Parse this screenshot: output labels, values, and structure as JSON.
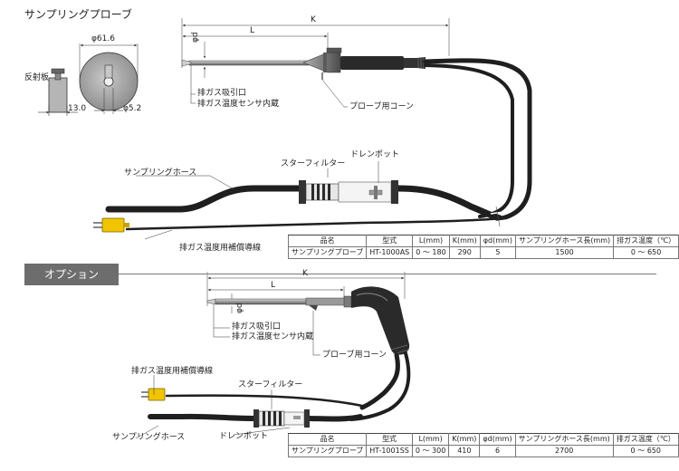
{
  "title": "サンプリングプローブ",
  "option_label": "オプション",
  "dims": {
    "K": "K",
    "L": "L",
    "phi_d": "φd",
    "phi_61": "φ61.6",
    "phi_5": "φ5.2",
    "d13": "13.0"
  },
  "labels": {
    "hanshaban": "反射板",
    "exhaust_inlet": "排ガス吸引口",
    "sensor_inside": "排ガス温度センサ内蔵",
    "probe_cone": "プローブ用コーン",
    "star_filter": "スターフィルター",
    "drain_pot": "ドレンポット",
    "sampling_hose": "サンプリングホース",
    "comp_wire": "排ガス温度用補償導線"
  },
  "table_headers": [
    "品名",
    "型式",
    "L(mm)",
    "K(mm)",
    "φd(mm)",
    "サンプリングホース長(mm)",
    "排ガス温度（℃）"
  ],
  "table1_row": [
    "サンプリングプローブ",
    "HT-1000AS",
    "0 ～ 180",
    "290",
    "5",
    "1500",
    "0 ～ 650"
  ],
  "table2_row": [
    "サンプリングプローブ",
    "HT-1001SS",
    "0 ～ 300",
    "410",
    "6",
    "2700",
    "0 ～ 650"
  ],
  "colors": {
    "cable": "#1f1f1f",
    "plug": "#f1c400",
    "probe": "#8c8c8c",
    "panel": "#6d6d6d"
  }
}
